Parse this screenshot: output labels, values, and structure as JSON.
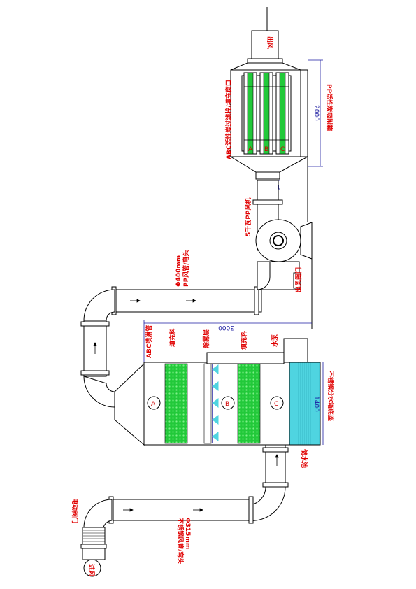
{
  "labels": {
    "outlet_top": "出风",
    "inlet_bottom": "进风",
    "motor_valve": "电动阀门",
    "pipe_bottom": "Φ315mm\n不锈钢风管/弯头",
    "pipe_top": "Φ400mm\nPP风管/弯头",
    "abc_sprinkler": "ABC喷淋管",
    "packing_1": "填充料",
    "demister": "除雾层",
    "packing_2": "填充料",
    "pump": "水泵",
    "stainless_base": "不锈钢分水箱底座",
    "water_tank": "储水池",
    "fan": "5千瓦PP风机",
    "outlet_valve": "出风阀门",
    "carbon_label": "ABC活性炭过滤棉/填充窗口",
    "carbon_box": "PP活性炭吸附箱",
    "dim_width": "3000",
    "dim_tank": "1400",
    "dim_height": "2000",
    "dim_neck": "1000"
  },
  "sections": {
    "A": "A",
    "B": "B",
    "C": "C"
  },
  "carbon_marks": [
    "A",
    "B",
    "C"
  ],
  "colors": {
    "green": "#22c93a",
    "cyan": "#4fd4e0",
    "blue": "#1a1aa0",
    "red": "#e00000"
  }
}
